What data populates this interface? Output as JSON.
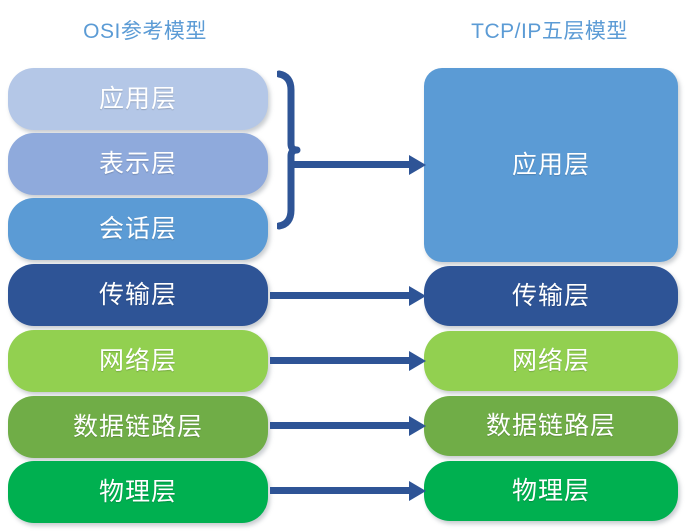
{
  "background_color": "#ffffff",
  "connector_color": "#2E5496",
  "headings": {
    "left_title": "OSI参考模型",
    "right_title": "TCP/IP五层模型",
    "title_color": "#5B9BD5"
  },
  "osi_model": {
    "name": "OSI参考模型",
    "layers": [
      {
        "label": "应用层",
        "color": "#B4C7E7",
        "index": 7
      },
      {
        "label": "表示层",
        "color": "#8FAADC",
        "index": 6
      },
      {
        "label": "会话层",
        "color": "#5B9BD5",
        "index": 5
      },
      {
        "label": "传输层",
        "color": "#2E5496",
        "index": 4
      },
      {
        "label": "网络层",
        "color": "#92D050",
        "index": 3
      },
      {
        "label": "数据链路层",
        "color": "#70AD47",
        "index": 2
      },
      {
        "label": "物理层",
        "color": "#00B050",
        "index": 1
      }
    ]
  },
  "tcpip_model": {
    "name": "TCP/IP五层模型",
    "layers": [
      {
        "label": "应用层",
        "color": "#5B9BD5",
        "index": 5
      },
      {
        "label": "传输层",
        "color": "#2E5496",
        "index": 4
      },
      {
        "label": "网络层",
        "color": "#92D050",
        "index": 3
      },
      {
        "label": "数据链路层",
        "color": "#70AD47",
        "index": 2
      },
      {
        "label": "物理层",
        "color": "#00B050",
        "index": 1
      }
    ]
  },
  "mappings": [
    {
      "from": [
        "应用层",
        "表示层",
        "会话层"
      ],
      "to": "应用层",
      "connector": "brace-arrow"
    },
    {
      "from": [
        "传输层"
      ],
      "to": "传输层",
      "connector": "arrow"
    },
    {
      "from": [
        "网络层"
      ],
      "to": "网络层",
      "connector": "arrow"
    },
    {
      "from": [
        "数据链路层"
      ],
      "to": "数据链路层",
      "connector": "arrow"
    },
    {
      "from": [
        "物理层"
      ],
      "to": "物理层",
      "connector": "arrow"
    }
  ]
}
